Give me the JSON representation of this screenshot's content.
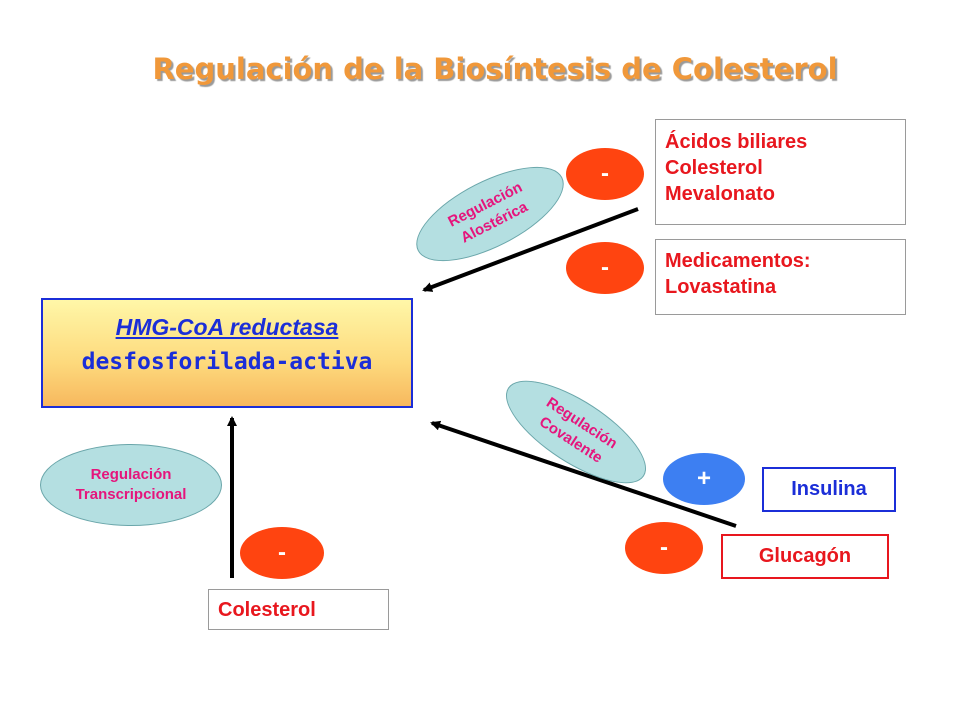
{
  "title": "Regulación de la Biosíntesis de Colesterol",
  "enzyme": {
    "name": "HMG-CoA reductasa",
    "state": "desfosforilada-activa"
  },
  "regulators": {
    "allosteric": {
      "line1": "Regulación",
      "line2": "Alostérica"
    },
    "covalent": {
      "line1": "Regulación",
      "line2": "Covalente"
    },
    "transcriptional": {
      "line1": "Regulación",
      "line2": "Transcripcional"
    }
  },
  "effectors": {
    "allosteric_inhibitors": [
      "Ácidos biliares",
      "Colesterol",
      "Mevalonato"
    ],
    "drugs": [
      "Medicamentos:",
      "Lovastatina"
    ],
    "insulin": "Insulina",
    "glucagon": "Glucagón",
    "cholesterol": "Colesterol"
  },
  "signs": {
    "allosteric": "-",
    "drugs": "-",
    "insulin": "+",
    "glucagon": "-",
    "cholesterol": "-"
  },
  "colors": {
    "title": "#f0983a",
    "enzyme_text": "#1b2ed8",
    "inhibitor_text": "#e8171e",
    "ellipse_fill": "#b4dfe1",
    "ellipse_text": "#e5157c",
    "sign_minus": "#ff4410",
    "sign_plus": "#3d7ff2"
  }
}
